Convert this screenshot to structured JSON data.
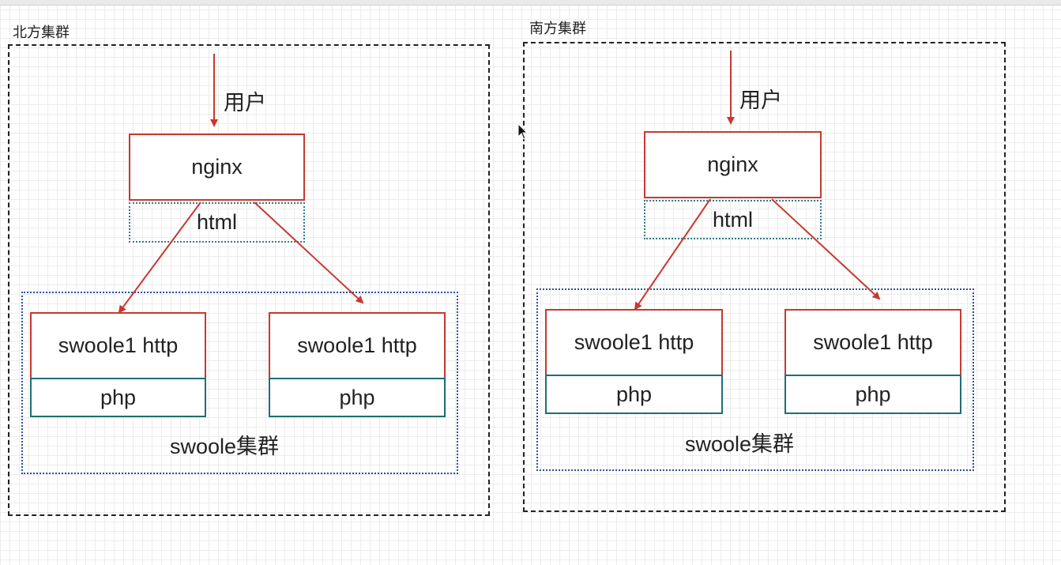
{
  "clusters": [
    {
      "title": "北方集群",
      "user": "用户",
      "nginx": "nginx",
      "html": "html",
      "swoole_cluster": "swoole集群",
      "nodes": [
        {
          "http": "swoole1 http",
          "php": "php"
        },
        {
          "http": "swoole1 http",
          "php": "php"
        }
      ]
    },
    {
      "title": "南方集群",
      "user": "用户",
      "nginx": "nginx",
      "html": "html",
      "swoole_cluster": "swoole集群",
      "nodes": [
        {
          "http": "swoole1 http",
          "php": "php"
        },
        {
          "http": "swoole1 http",
          "php": "php"
        }
      ]
    }
  ],
  "colors": {
    "arrow": "#c9382f",
    "node_border": "#c9382f",
    "php_border": "#1f6e73",
    "html_border": "#2f7f84",
    "swoole_cluster_border": "#2a4fa0",
    "outer_border": "#222222"
  }
}
